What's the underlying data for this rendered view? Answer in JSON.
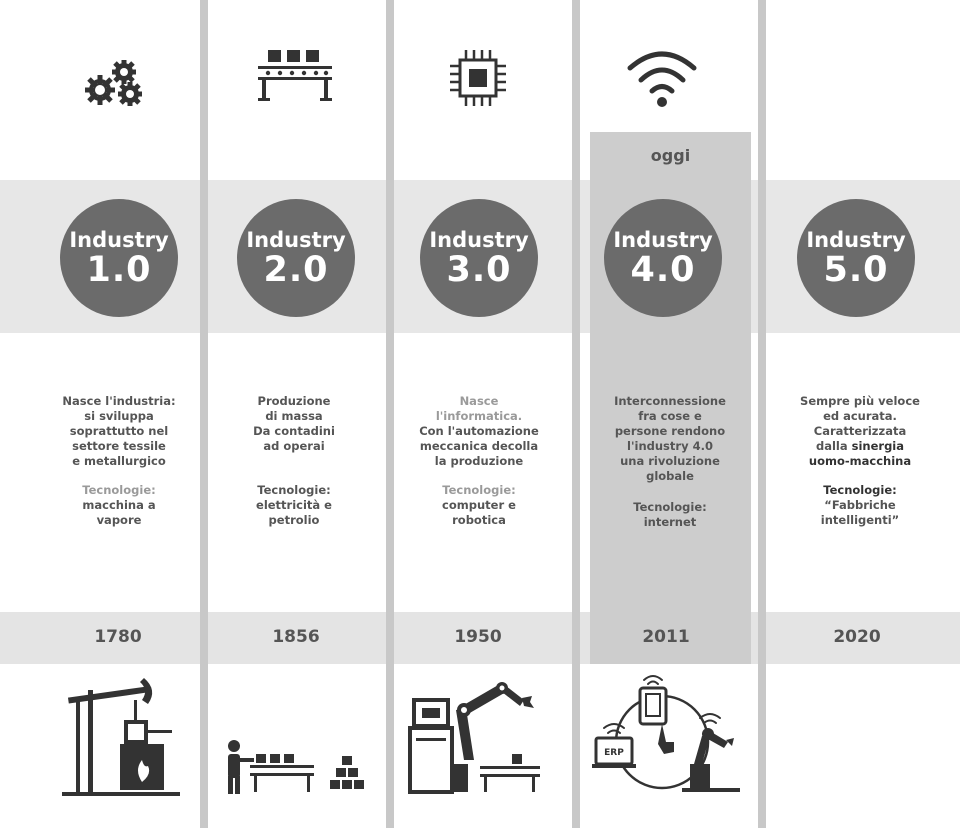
{
  "top_label": "oggi",
  "columns": [
    {
      "top_icon": "gears-icon",
      "circle_word": "Industry",
      "circle_number": "1.0",
      "desc_lines": [
        "Nasce l'industria:",
        "si sviluppa",
        "soprattutto nel",
        "settore tessile",
        "e metallurgico"
      ],
      "tech_label": "Tecnologie:",
      "tech_lines": [
        "macchina a",
        "vapore"
      ],
      "year": "1780",
      "bottom_icon": "steam-engine-icon"
    },
    {
      "top_icon": "conveyor-belt-icon",
      "circle_word": "Industry",
      "circle_number": "2.0",
      "desc_lines": [
        "Produzione",
        "di massa",
        "Da contadini",
        "ad operai"
      ],
      "tech_label": "Tecnologie:",
      "tech_lines": [
        "elettricità e",
        "petrolio"
      ],
      "year": "1856",
      "bottom_icon": "worker-assembly-line-icon"
    },
    {
      "top_icon": "microchip-icon",
      "circle_word": "Industry",
      "circle_number": "3.0",
      "desc_lines_light": [
        "Nasce",
        "l'informatica."
      ],
      "desc_lines": [
        "Con l'automazione",
        "meccanica decolla",
        "la produzione"
      ],
      "tech_label": "Tecnologie:",
      "tech_lines": [
        "computer e",
        "robotica"
      ],
      "year": "1950",
      "bottom_icon": "robot-arm-computer-icon"
    },
    {
      "top_icon": "wifi-icon",
      "circle_word": "Industry",
      "circle_number": "4.0",
      "desc_lines": [
        "Interconnessione",
        "fra cose e",
        "persone rendono",
        "l'industry 4.0",
        "una rivoluzione",
        "globale"
      ],
      "tech_label": "Tecnologie:",
      "tech_lines": [
        "internet"
      ],
      "year": "2011",
      "bottom_icon": "connected-devices-icon",
      "erp_label": "ERP"
    },
    {
      "circle_word": "Industry",
      "circle_number": "5.0",
      "desc_lines": [
        "Sempre più veloce",
        "ed acurata.",
        "Caratterizzata"
      ],
      "desc_mixed_prefix": "dalla ",
      "desc_mixed_bold": "sinergia",
      "desc_last": "uomo-macchina",
      "tech_label": "Tecnologie:",
      "tech_lines": [
        "“Fabbriche",
        "intelligenti”"
      ],
      "year": "2020"
    }
  ],
  "colors": {
    "band": "#e7e7e7",
    "separator": "#c8c8c8",
    "highlight": "#cdcdcd",
    "circle": "#6b6b6b",
    "text": "#555555"
  }
}
